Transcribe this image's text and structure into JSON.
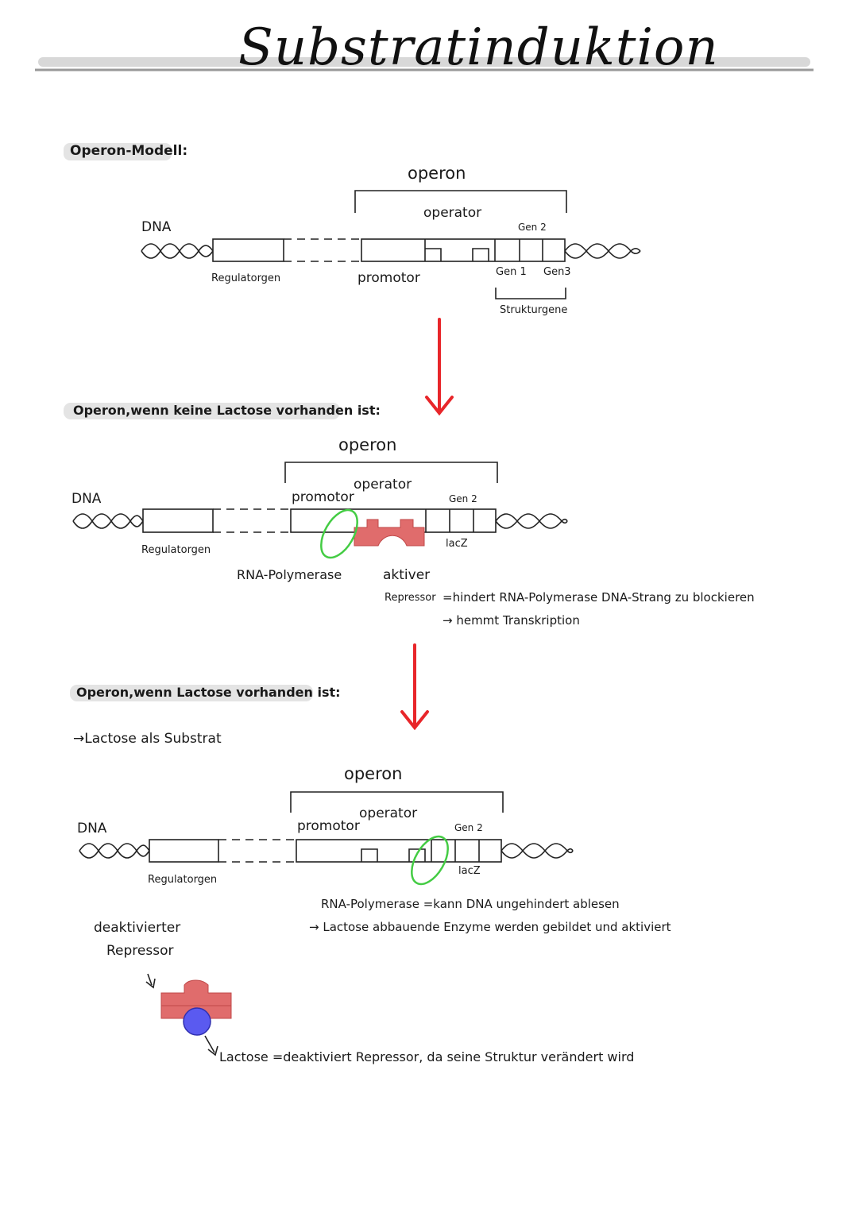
{
  "title": "Substratinduktion",
  "sections": {
    "model": {
      "heading": "Operon-Modell:",
      "dna": "DNA",
      "operon": "operon",
      "operator": "operator",
      "regulator": "Regulatorgen",
      "promotor": "promotor",
      "gen1": "Gen 1",
      "gen2": "Gen 2",
      "gen3": "Gen3",
      "struktur": "Strukturgene"
    },
    "no_lactose": {
      "heading": "Operon,wenn keine Lactose vorhanden ist:",
      "dna": "DNA",
      "operon": "operon",
      "promotor": "promotor",
      "operator": "operator",
      "gen2": "Gen 2",
      "lacz": "lacZ",
      "regulator": "Regulatorgen",
      "rna_pol": "RNA-Polymerase",
      "aktiver": "aktiver",
      "repressor": "Repressor",
      "desc1": "=hindert RNA-Polymerase DNA-Strang zu blockieren",
      "desc2": "→ hemmt Transkription"
    },
    "lactose": {
      "heading": "Operon,wenn Lactose vorhanden ist:",
      "substrat": "→Lactose als Substrat",
      "dna": "DNA",
      "operon": "operon",
      "promotor": "promotor",
      "operator": "operator",
      "gen2": "Gen 2",
      "lacz": "lacZ",
      "regulator": "Regulatorgen",
      "rna_pol_desc": "RNA-Polymerase =kann DNA ungehindert ablesen",
      "enzyme_desc": "→ Lactose abbauende Enzyme werden gebildet und aktiviert",
      "deakt1": "deaktivierter",
      "deakt2": "Repressor",
      "lactose_desc": "Lactose =deaktiviert Repressor, da seine Struktur verändert wird"
    }
  },
  "colors": {
    "arrow": "#e8262a",
    "repressor": "#e06c6c",
    "rna_polymerase": "#55cc55",
    "lactose": "#5a5af0",
    "highlight": "#e4e4e4"
  }
}
